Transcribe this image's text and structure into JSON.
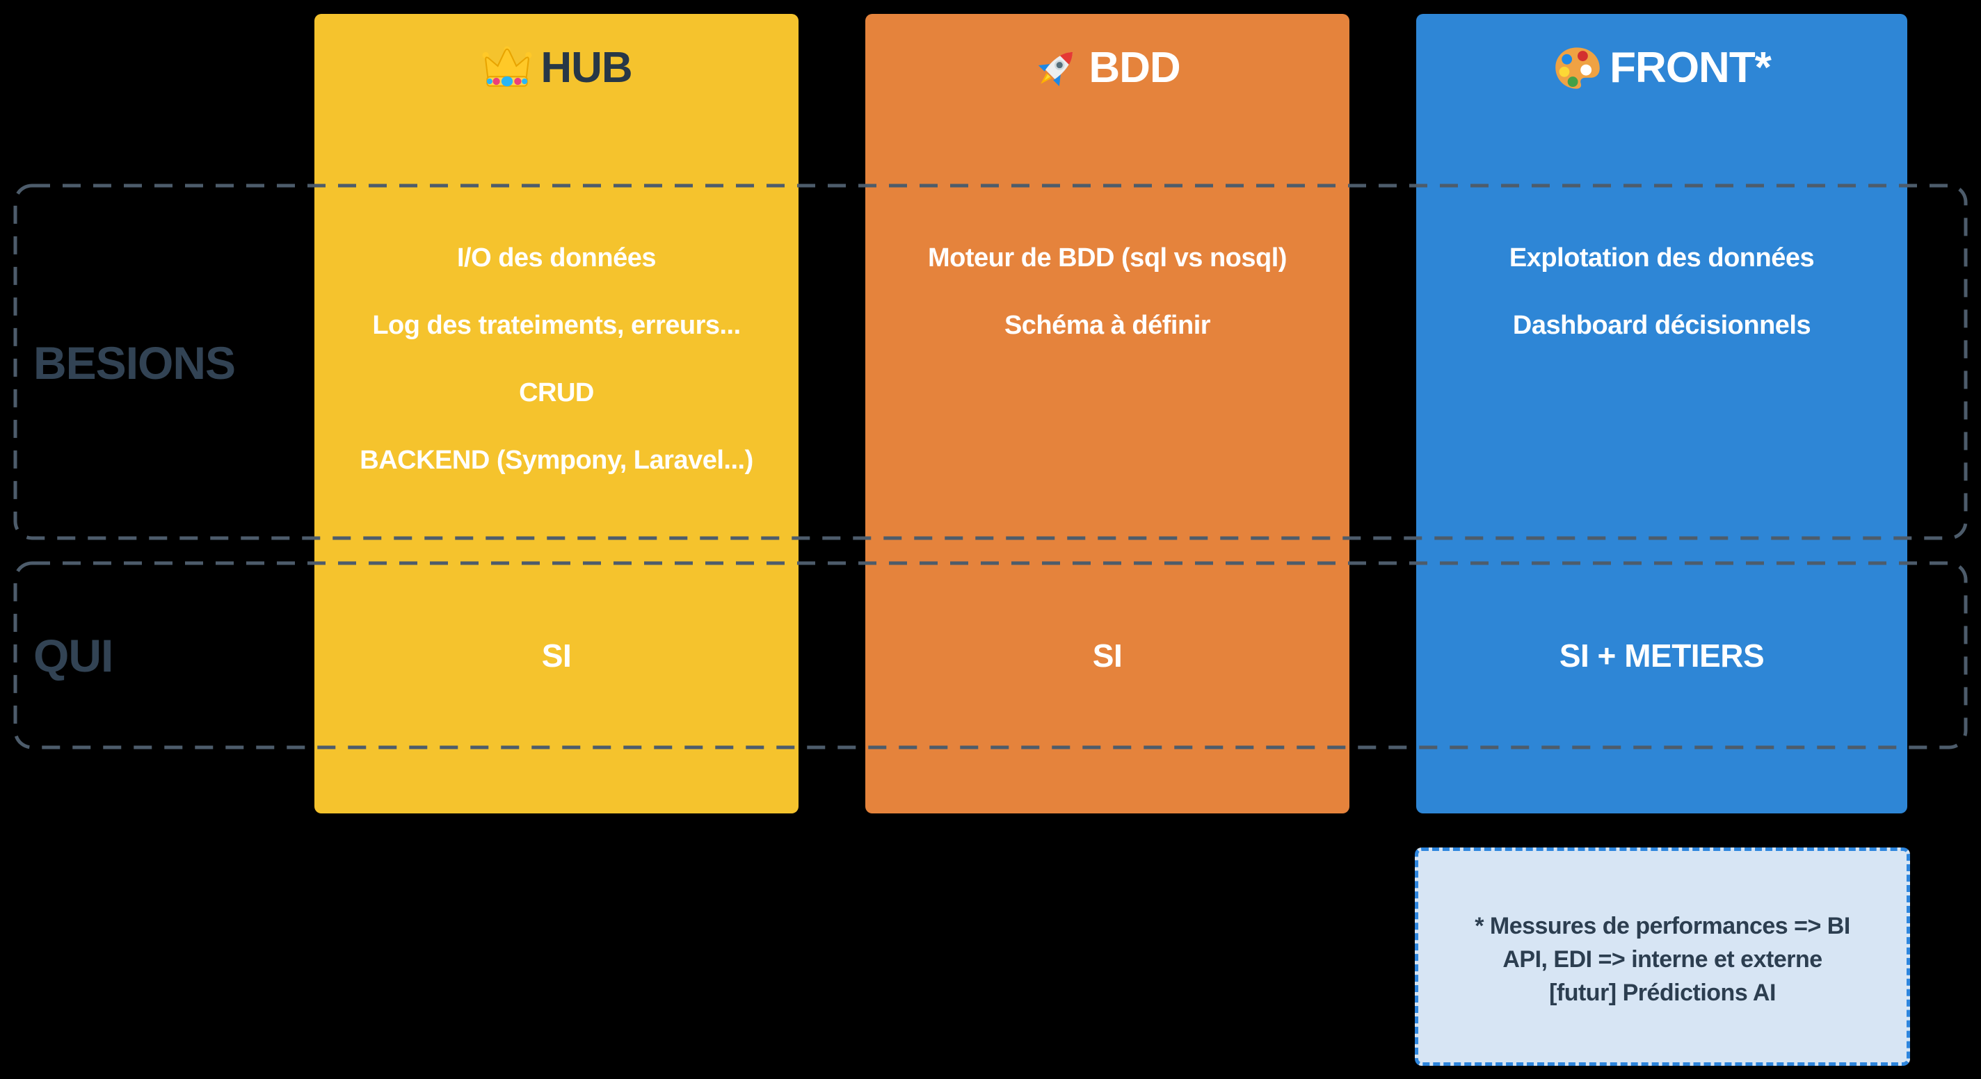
{
  "columns": [
    {
      "id": "hub",
      "title": "HUB",
      "icon": "crown-icon",
      "bg_color": "#F5C32D",
      "title_color": "#273747",
      "besoins": [
        "I/O des données",
        "Log des trateiments, erreurs...",
        "CRUD",
        "BACKEND (Sympony, Laravel...)"
      ],
      "qui": "SI"
    },
    {
      "id": "bdd",
      "title": "BDD",
      "icon": "rocket-icon",
      "bg_color": "#E5833C",
      "title_color": "#FFFFFF",
      "besoins": [
        "Moteur de BDD (sql vs nosql)",
        "Schéma à définir"
      ],
      "qui": "SI"
    },
    {
      "id": "front",
      "title": "FRONT*",
      "icon": "palette-icon",
      "bg_color": "#2E86D6",
      "title_color": "#FFFFFF",
      "besoins": [
        "Explotation des données",
        "Dashboard décisionnels"
      ],
      "qui": "SI + METIERS"
    }
  ],
  "rows": [
    {
      "id": "besions",
      "label": "BESIONS"
    },
    {
      "id": "qui",
      "label": "QUI"
    }
  ],
  "footnote": {
    "lines": [
      "* Messures de performances => BI",
      "API, EDI => interne et externe",
      "[futur] Prédictions AI"
    ],
    "bg_color": "#D7E5F4",
    "border_color": "#2E86DE",
    "text_color": "#2C3E50"
  },
  "palette": {
    "canvas_bg": "#000000",
    "row_outline_color": "#4D5C6B",
    "row_label_color": "#324354",
    "body_text_color": "#FFFFFF"
  }
}
